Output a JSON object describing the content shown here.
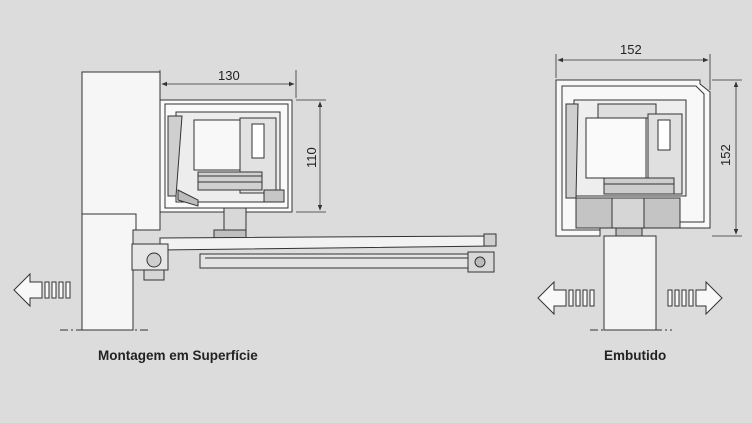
{
  "dimensions": {
    "surface_width": "130",
    "surface_height": "110",
    "embedded_width": "152",
    "embedded_height": "152"
  },
  "captions": {
    "surface": "Montagem em Superfície",
    "embedded": "Embutido"
  },
  "colors": {
    "background": "#dcdcdc",
    "line": "#333333",
    "fill_light": "#f4f4f4",
    "fill_mid": "#bdbdbd"
  }
}
